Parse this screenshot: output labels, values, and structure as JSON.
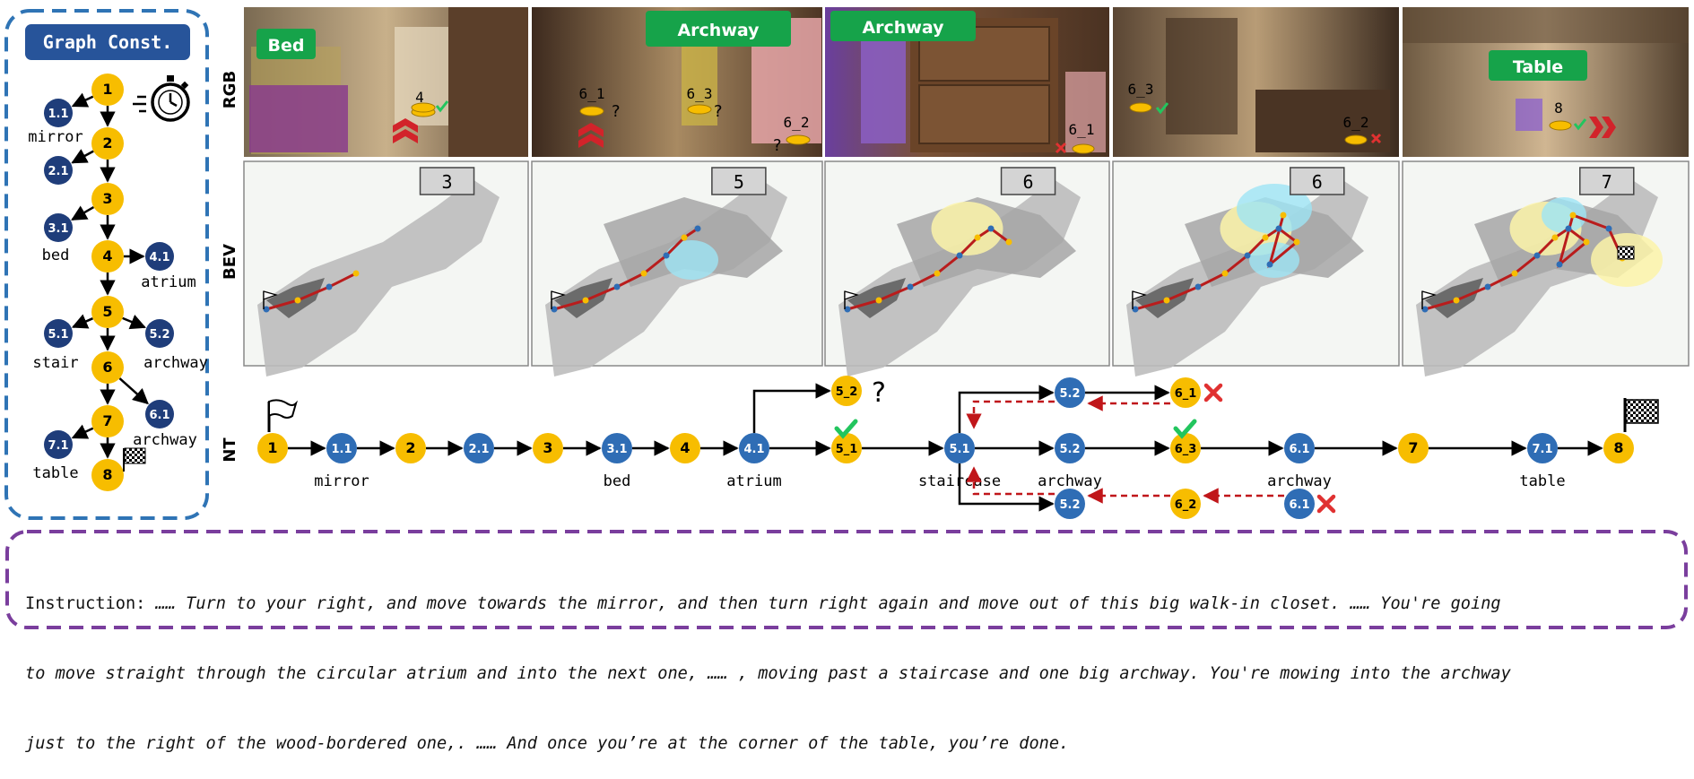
{
  "graph_const": {
    "title": "Graph Const.",
    "nodes": [
      {
        "id": "1",
        "kind": "main"
      },
      {
        "id": "1.1",
        "kind": "sub",
        "label": "mirror"
      },
      {
        "id": "2",
        "kind": "main"
      },
      {
        "id": "2.1",
        "kind": "sub",
        "label": ""
      },
      {
        "id": "3",
        "kind": "main"
      },
      {
        "id": "3.1",
        "kind": "sub",
        "label": "bed"
      },
      {
        "id": "4",
        "kind": "main"
      },
      {
        "id": "4.1",
        "kind": "sub",
        "label": "atrium"
      },
      {
        "id": "5",
        "kind": "main"
      },
      {
        "id": "5.1",
        "kind": "sub",
        "label": "stair"
      },
      {
        "id": "5.2",
        "kind": "sub",
        "label": "archway"
      },
      {
        "id": "6",
        "kind": "main"
      },
      {
        "id": "6.1",
        "kind": "sub",
        "label": "archway"
      },
      {
        "id": "7",
        "kind": "main"
      },
      {
        "id": "7.1",
        "kind": "sub",
        "label": "table"
      },
      {
        "id": "8",
        "kind": "main"
      }
    ]
  },
  "rows": {
    "rgb": "RGB",
    "bev": "BEV",
    "nt": "NT"
  },
  "rgb_panels": [
    {
      "tag": "Bed",
      "marks": [
        {
          "text": "4",
          "status": "check"
        }
      ]
    },
    {
      "tag": "Archway",
      "marks": [
        {
          "text": "6_1",
          "status": "question"
        },
        {
          "text": "6_3",
          "status": "question"
        },
        {
          "text": "6_2",
          "status": "question"
        }
      ]
    },
    {
      "tag": "Archway",
      "marks": [
        {
          "text": "6_1",
          "status": "cross"
        }
      ]
    },
    {
      "tag": "",
      "marks": [
        {
          "text": "6_3",
          "status": "check"
        },
        {
          "text": "6_2",
          "status": "cross"
        }
      ]
    },
    {
      "tag": "Table",
      "marks": [
        {
          "text": "8",
          "status": "check"
        }
      ]
    }
  ],
  "bev_panels": [
    {
      "step": "3"
    },
    {
      "step": "5"
    },
    {
      "step": "6"
    },
    {
      "step": "6"
    },
    {
      "step": "7"
    }
  ],
  "nt": {
    "main_chain": [
      {
        "id": "1",
        "kind": "main",
        "label": ""
      },
      {
        "id": "1.1",
        "kind": "sub",
        "label": "mirror"
      },
      {
        "id": "2",
        "kind": "main",
        "label": ""
      },
      {
        "id": "2.1",
        "kind": "sub",
        "label": ""
      },
      {
        "id": "3",
        "kind": "main",
        "label": ""
      },
      {
        "id": "3.1",
        "kind": "sub",
        "label": "bed"
      },
      {
        "id": "4",
        "kind": "main",
        "label": ""
      },
      {
        "id": "4.1",
        "kind": "sub",
        "label": "atrium"
      },
      {
        "id": "5_1",
        "kind": "main",
        "label": ""
      },
      {
        "id": "5.1",
        "kind": "sub",
        "label": "staircase"
      },
      {
        "id": "5.2",
        "kind": "sub",
        "label": "archway"
      },
      {
        "id": "6_3",
        "kind": "main",
        "label": ""
      },
      {
        "id": "6.1",
        "kind": "sub",
        "label": "archway"
      },
      {
        "id": "7",
        "kind": "main",
        "label": ""
      },
      {
        "id": "7.1",
        "kind": "sub",
        "label": "table"
      },
      {
        "id": "8",
        "kind": "main",
        "label": ""
      }
    ],
    "branches": [
      {
        "id": "5_2",
        "kind": "main",
        "status": "question"
      },
      {
        "id": "5.2",
        "kind": "sub"
      },
      {
        "id": "6_1",
        "kind": "main",
        "status": "cross"
      },
      {
        "id": "5.2",
        "kind": "sub"
      },
      {
        "id": "6_2",
        "kind": "main"
      },
      {
        "id": "6.1",
        "kind": "sub",
        "status": "cross"
      }
    ]
  },
  "instruction": {
    "label": "Instruction:",
    "line1": " …… Turn to your right, and move towards the mirror, and then turn right again and move out of this big walk-in closet. …… You're going",
    "line2": "to move straight through the circular atrium and into the next one, …… , moving past a staircase and one big archway. You're mowing into the archway",
    "line3": "just to the right of the wood-bordered one,. …… And once you’re at the corner of the table, you’re done."
  },
  "colors": {
    "main_node": "#F7BD00",
    "sub_node": "#2F6DB5",
    "dark_sub": "#1F3D7A",
    "frame_blue": "#2F74B5",
    "frame_purple": "#7A3E9D",
    "tag_green": "#16A34A",
    "check": "#22C55E",
    "cross": "#E03131",
    "path_red": "#B91C1C"
  }
}
